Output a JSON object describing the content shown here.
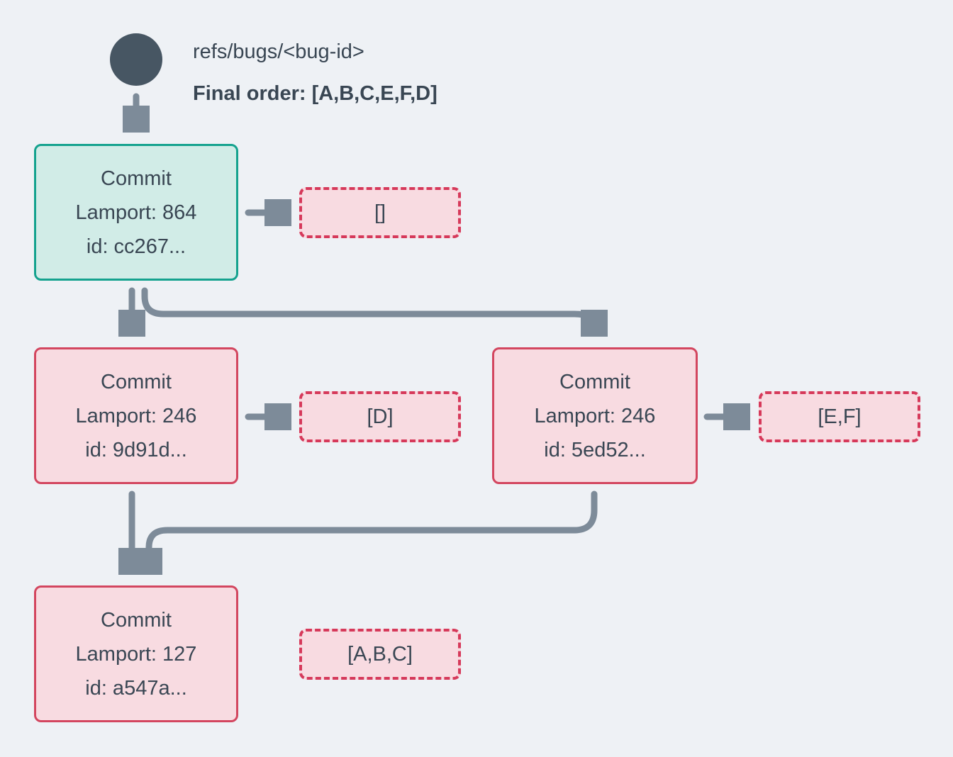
{
  "header": {
    "ref_label": "refs/bugs/<bug-id>",
    "final_order_label": "Final order: [A,B,C,E,F,D]"
  },
  "nodes": {
    "root": {
      "title": "Commit",
      "lamport": "Lamport: 864",
      "id": "id: cc267...",
      "payload": "[]"
    },
    "left": {
      "title": "Commit",
      "lamport": "Lamport: 246",
      "id": "id: 9d91d...",
      "payload": "[D]"
    },
    "right": {
      "title": "Commit",
      "lamport": "Lamport: 246",
      "id": "id: 5ed52...",
      "payload": "[E,F]"
    },
    "bottom": {
      "title": "Commit",
      "lamport": "Lamport: 127",
      "id": "id: a547a...",
      "payload": "[A,B,C]"
    }
  },
  "colors": {
    "background": "#eef1f5",
    "text": "#394653",
    "arrow": "#7d8b99",
    "ref_circle": "#475663",
    "teal_border": "#14a28e",
    "teal_fill": "#d1ece7",
    "red_border": "#d3465f",
    "red_dashed_border": "#d6395a",
    "pink_fill": "#f8dbe1"
  }
}
